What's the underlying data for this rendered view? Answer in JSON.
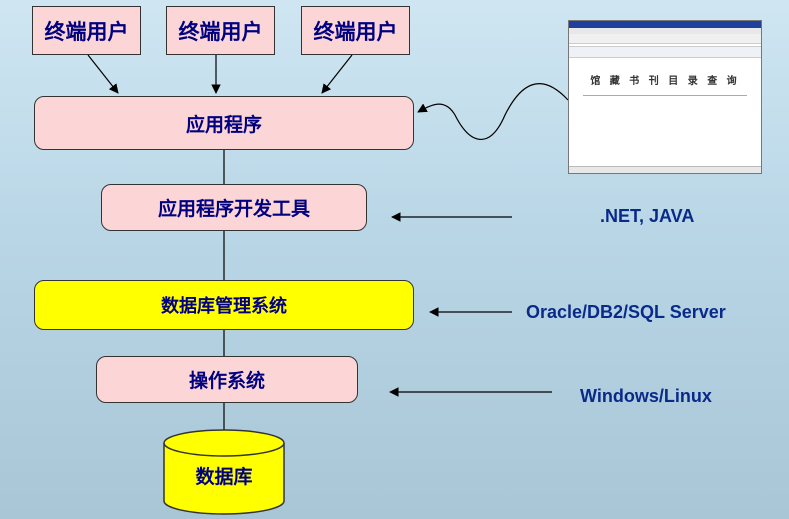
{
  "users": [
    "终端用户",
    "终端用户",
    "终端用户"
  ],
  "layers": {
    "application": "应用程序",
    "dev_tools": "应用程序开发工具",
    "dbms": "数据库管理系统",
    "os": "操作系统",
    "database": "数据库"
  },
  "examples": {
    "dev_tools": ".NET, JAVA",
    "dbms": "Oracle/DB2/SQL Server",
    "os": "Windows/Linux"
  },
  "screenshot": {
    "query_title": "馆 藏 书 刊 目 录 查 询"
  },
  "colors": {
    "box_pink": "#fcd6d6",
    "box_yellow": "#ffff00",
    "text_navy": "#000080",
    "side_text": "#0a2a8a"
  }
}
